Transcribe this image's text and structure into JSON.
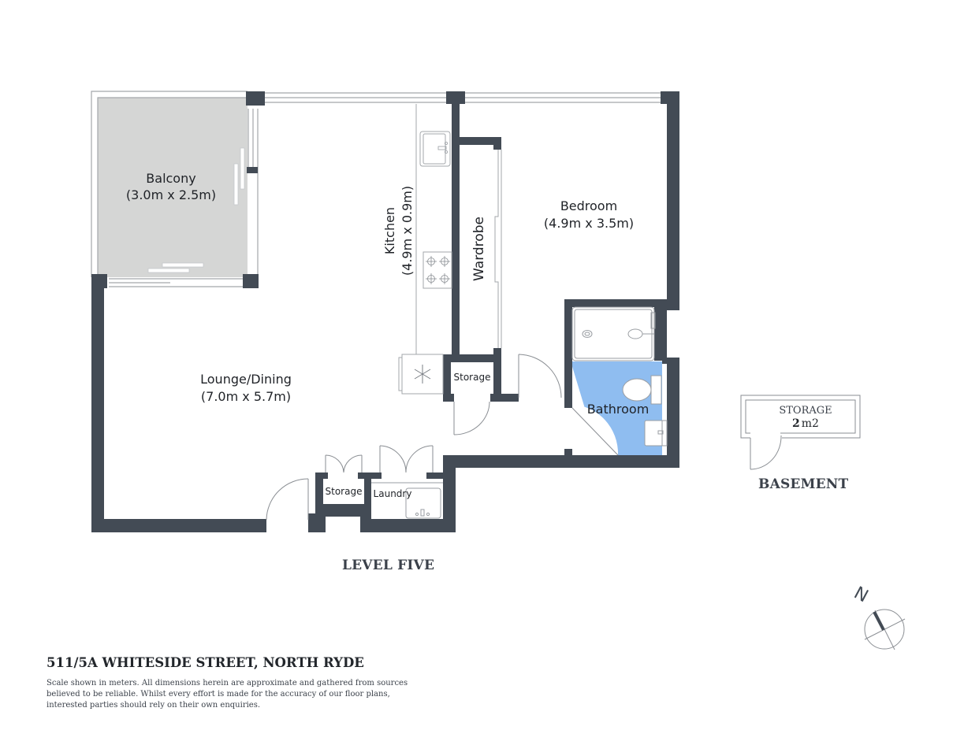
{
  "plan": {
    "title": "511/5A WHITESIDE STREET, NORTH RYDE",
    "disclaimer": "Scale shown in meters. All dimensions herein are approximate and gathered from sources believed to be  reliable. Whilst every effort is made for the accuracy of our floor plans, interested parties should rely on their own enquiries.",
    "levels": [
      {
        "label": "LEVEL FIVE"
      },
      {
        "label": "BASEMENT"
      }
    ],
    "rooms": {
      "balcony": {
        "name": "Balcony",
        "dims": "(3.0m x 2.5m)"
      },
      "kitchen": {
        "name": "Kitchen",
        "dims": "(4.9m x 0.9m)"
      },
      "wardrobe": {
        "name": "Wardrobe"
      },
      "bedroom": {
        "name": "Bedroom",
        "dims": "(4.9m x 3.5m)"
      },
      "lounge": {
        "name": "Lounge/Dining",
        "dims": "(7.0m x 5.7m)"
      },
      "storage_hall": {
        "name": "Storage"
      },
      "bathroom": {
        "name": "Bathroom"
      },
      "storage_entry": {
        "name": "Storage"
      },
      "laundry": {
        "name": "Laundry"
      },
      "basement_storage": {
        "name": "STORAGE",
        "area_num": "2",
        "area_unit": "m2"
      }
    },
    "compass": {
      "label": "N"
    },
    "colors": {
      "wall": "#434b55",
      "balcony_fill": "#d5d6d5",
      "bathroom_fill": "#8fbdf0",
      "line": "#9a9ea3"
    }
  }
}
